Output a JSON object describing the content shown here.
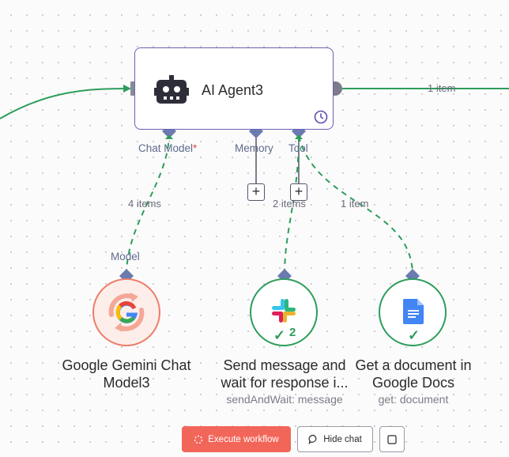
{
  "agent_node": {
    "title": "AI Agent3",
    "icon": "robot-icon",
    "trigger_icon": "clock-icon"
  },
  "ports": {
    "chat_model": "Chat Model",
    "required_mark": "*",
    "memory": "Memory",
    "tool": "Tool",
    "model": "Model"
  },
  "connections": {
    "main_output": "1 item",
    "chat_model": "4 items",
    "tool_slack": "2 items",
    "tool_docs": "1 item"
  },
  "nodes": {
    "gemini": {
      "name_line1": "Google Gemini Chat",
      "name_line2": "Model3",
      "icon": "google-gemini-icon"
    },
    "slack": {
      "name_line1": "Send message and",
      "name_line2": "wait for response i...",
      "subtitle": "sendAndWait: message",
      "run_count": "2",
      "icon": "slack-icon"
    },
    "docs": {
      "name_line1": "Get a document in",
      "name_line2": "Google Docs",
      "subtitle": "get: document",
      "icon": "google-docs-icon"
    }
  },
  "toolbar": {
    "execute_label": "Execute workflow",
    "hide_chat_label": "Hide chat"
  },
  "colors": {
    "accent": "#6b5fb5",
    "success": "#2e9d5b",
    "execute": "#f2665a",
    "error_node": "#ee7d68"
  }
}
